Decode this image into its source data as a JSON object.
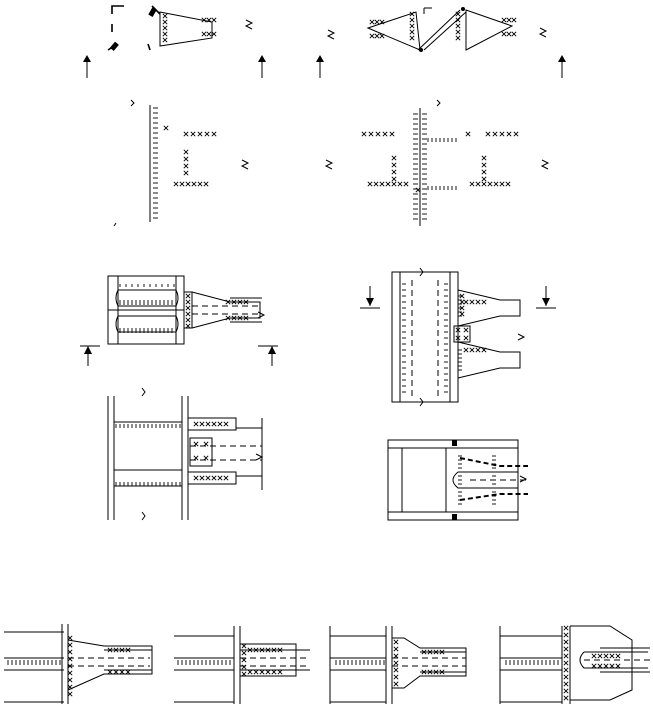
{
  "diagram": {
    "panels": [
      {
        "id": "top-left-plan"
      },
      {
        "id": "top-right-plan"
      },
      {
        "id": "mid-left-section"
      },
      {
        "id": "mid-right-section"
      },
      {
        "id": "detail-a"
      },
      {
        "id": "detail-b"
      },
      {
        "id": "detail-c"
      },
      {
        "id": "detail-d"
      },
      {
        "id": "strip-1"
      },
      {
        "id": "strip-2"
      },
      {
        "id": "strip-3"
      },
      {
        "id": "strip-4"
      }
    ],
    "colors": {
      "ink": "#000000",
      "paper": "#ffffff"
    }
  }
}
